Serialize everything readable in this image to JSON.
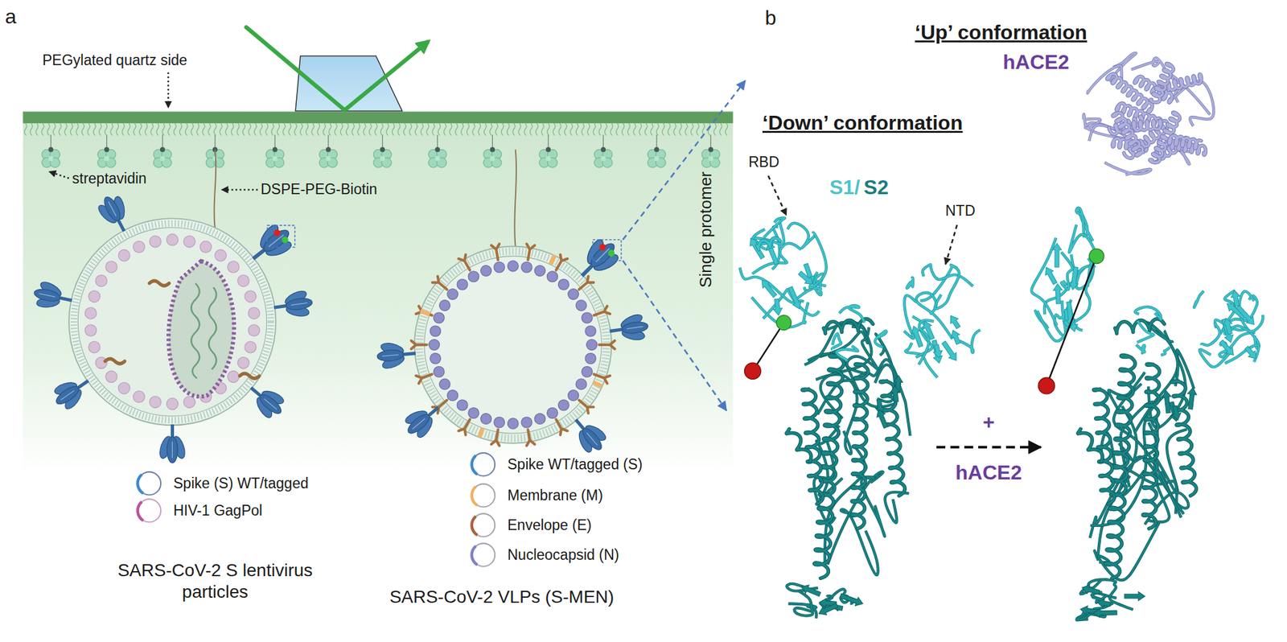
{
  "diagram": {
    "nodes": [
      {
        "text": [
          "SARS-CoV-2 S lentivirus particles"
        ]
      },
      {
        "text": [
          "SARS-CoV-2 VLPs (S-MEN)"
        ]
      },
      {
        "text": [
          "‘Down’ conformation"
        ]
      },
      {
        "text": [
          "‘Up’ conformation"
        ]
      }
    ],
    "edges": [
      {
        "from": 2,
        "to": 3,
        "label": "+ hACE2",
        "arrow": "to"
      }
    ],
    "labels": [
      "a",
      "b",
      "PEGylated quartz side",
      "streptavidin",
      "DSPE-PEG-Biotin",
      "hACE2",
      "RBD",
      "S1/",
      "S2",
      "NTD",
      "Single protomer"
    ],
    "legend": [
      {
        "text": "Spike (S) WT/tagged"
      },
      {
        "text": "HIV-1 GagPol"
      },
      {
        "text": "Spike WT/tagged (S)"
      },
      {
        "text": "Membrane (M)"
      },
      {
        "text": "Envelope (E)"
      },
      {
        "text": "Nucleocapsid (N)"
      }
    ]
  }
}
